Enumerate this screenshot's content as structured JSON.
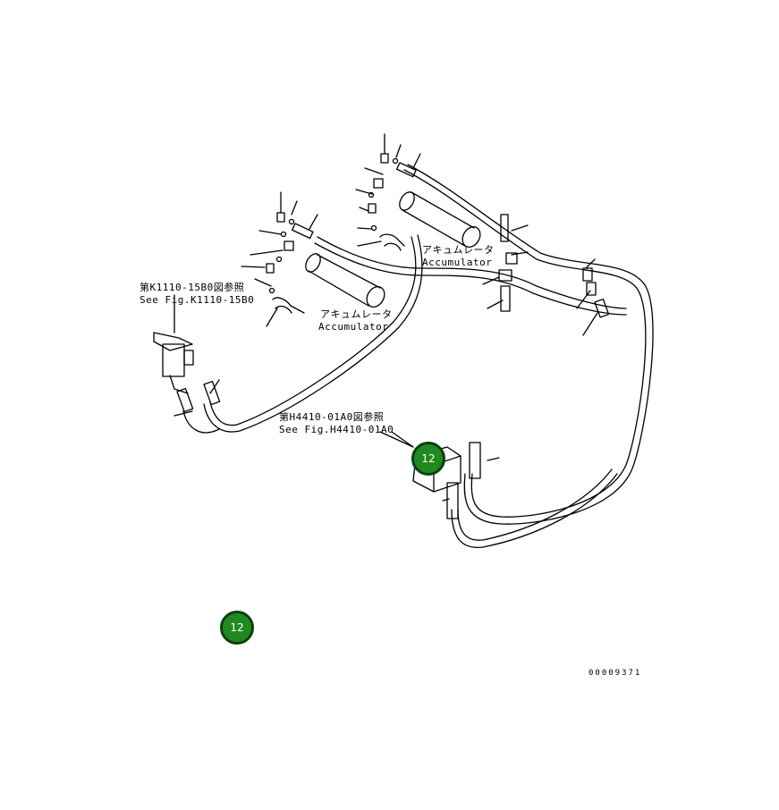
{
  "labels": {
    "accumulator_upper_jp": "アキュムレータ",
    "accumulator_upper_en": "Accumulator",
    "accumulator_lower_jp": "アキュムレータ",
    "accumulator_lower_en": "Accumulator",
    "ref_k_jp": "第K1110-15B0図参照",
    "ref_k_en": "See Fig.K1110-15B0",
    "ref_h_jp": "第H4410-01A0図参照",
    "ref_h_en": "See Fig.H4410-01A0"
  },
  "callouts": [
    {
      "number": "12",
      "color": "#1f8a1f"
    },
    {
      "number": "12",
      "color": "#1f8a1f"
    }
  ],
  "drawing_code": "00009371"
}
